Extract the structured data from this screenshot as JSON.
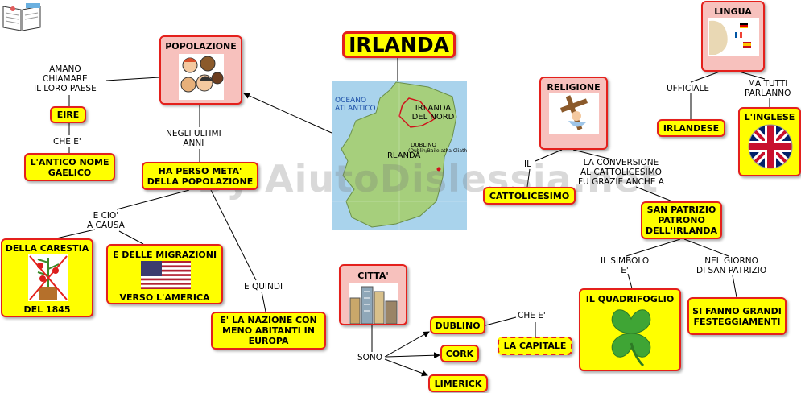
{
  "title": "IRLANDA",
  "watermark": "By AiutoDislessia.net",
  "map": {
    "ocean": "OCEANO ATLANTICO",
    "north": "IRLANDA DEL NORD",
    "ireland": "IRLANDA",
    "dublin": "DUBLINO",
    "dublin_sub": "(Dublin/Baile atha Cliath)",
    "sea_color": "#a9d3ec",
    "land_color": "#a6cf7c"
  },
  "nodes": {
    "popolazione": "POPOLAZIONE",
    "eire": "EIRE",
    "antico_nome": "L'ANTICO NOME GAELICO",
    "perso_meta": "HA PERSO META' DELLA POPOLAZIONE",
    "carestia": "DELLA CARESTIA",
    "carestia_year": "DEL 1845",
    "migrazioni": "E DELLE MIGRAZIONI",
    "migrazioni_sub": "VERSO L'AMERICA",
    "meno_abitanti": "E' LA NAZIONE CON MENO ABITANTI IN EUROPA",
    "citta": "CITTA'",
    "dublino": "DUBLINO",
    "cork": "CORK",
    "limerick": "LIMERICK",
    "capitale": "LA CAPITALE",
    "religione": "RELIGIONE",
    "cattolicesimo": "CATTOLICESIMO",
    "san_patrizio": "SAN PATRIZIO PATRONO DELL'IRLANDA",
    "quadrifoglio": "IL QUADRIFOGLIO",
    "festeggiamenti": "SI FANNO GRANDI FESTEGGIAMENTI",
    "lingua": "LINGUA",
    "irlandese": "IRLANDESE",
    "inglese": "L'INGLESE"
  },
  "labels": {
    "amano": "AMANO\nCHIAMARE\nIL LORO PAESE",
    "che_e": "CHE E'",
    "negli_ultimi": "NEGLI ULTIMI\nANNI",
    "e_cio": "E CIO'\nA CAUSA",
    "e_quindi": "E QUINDI",
    "sono": "SONO",
    "che_e2": "CHE E'",
    "il": "IL",
    "conversione": "LA CONVERSIONE\nAL CATTOLICESIMO\nFU GRAZIE ANCHE A",
    "simbolo": "IL SIMBOLO\nE'",
    "giorno": "NEL GIORNO\nDI SAN PATRIZIO",
    "ufficiale": "UFFICIALE",
    "ma_tutti": "MA TUTTI\nPARLANNO"
  },
  "colors": {
    "node_fill": "#ffff00",
    "node_border": "#e4201c",
    "image_node_fill": "#f7c1bd"
  }
}
